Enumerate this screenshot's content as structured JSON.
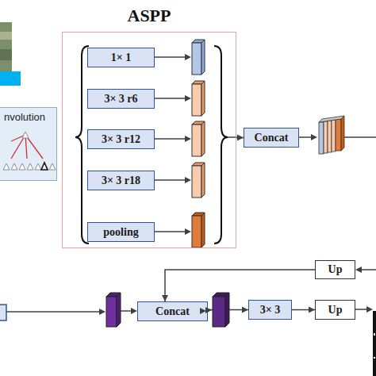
{
  "diagram": {
    "nodes": [
      {
        "text": [
          "ASPP"
        ]
      },
      {
        "text": [
          "1× 1"
        ],
        "in": 0
      },
      {
        "text": [
          "3× 3 r6"
        ],
        "in": 0
      },
      {
        "text": [
          "3× 3 r12"
        ],
        "in": 0
      },
      {
        "text": [
          "3× 3 r18"
        ],
        "in": 0
      },
      {
        "text": [
          "pooling"
        ],
        "in": 0
      },
      {
        "text": [
          "nvolution"
        ]
      },
      {
        "text": [
          "Concat"
        ]
      },
      {
        "text": [
          "Up"
        ]
      },
      {
        "text": [
          "Concat"
        ]
      },
      {
        "text": [
          "3× 3"
        ]
      },
      {
        "text": [
          "Up"
        ]
      }
    ],
    "edges": [
      {
        "from": 0,
        "to": 7,
        "arrow": "to"
      },
      {
        "from": 8,
        "to": 9,
        "arrow": "to"
      },
      {
        "from": 9,
        "to": 10,
        "arrow": "to"
      },
      {
        "from": 10,
        "to": 11,
        "arrow": "to"
      }
    ]
  }
}
